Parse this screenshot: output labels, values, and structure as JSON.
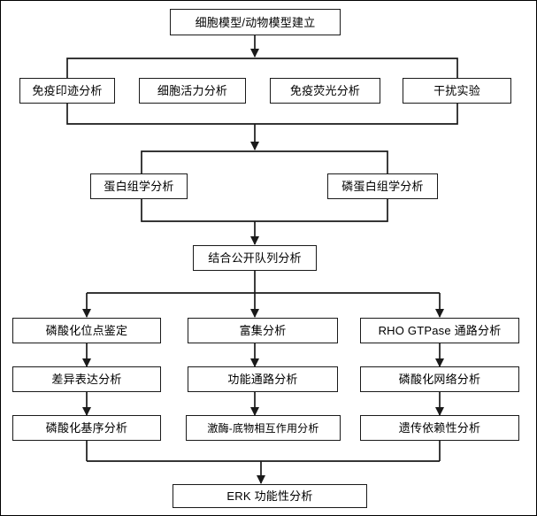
{
  "diagram": {
    "title_node": {
      "label": "细胞模型/动物模型建立"
    },
    "assay_row": [
      {
        "label": "免疫印迹分析"
      },
      {
        "label": "细胞活力分析"
      },
      {
        "label": "免疫荧光分析"
      },
      {
        "label": "干扰实验"
      }
    ],
    "omics_row": [
      {
        "label": "蛋白组学分析"
      },
      {
        "label": "磷蛋白组学分析"
      }
    ],
    "cohort_node": {
      "label": "结合公开队列分析"
    },
    "branches": [
      {
        "steps": [
          {
            "label": "磷酸化位点鉴定"
          },
          {
            "label": "差异表达分析"
          },
          {
            "label": "磷酸化基序分析"
          }
        ]
      },
      {
        "steps": [
          {
            "label": "富集分析"
          },
          {
            "label": "功能通路分析"
          },
          {
            "label": "激酶-底物相互作用分析"
          }
        ]
      },
      {
        "steps": [
          {
            "label": "RHO GTPase 通路分析"
          },
          {
            "label": "磷酸化网络分析"
          },
          {
            "label": "遗传依赖性分析"
          }
        ]
      }
    ],
    "final_node": {
      "label": "ERK 功能性分析"
    },
    "colors": {
      "stroke": "#1a1a1a",
      "background": "#ffffff",
      "text": "#000000"
    }
  }
}
